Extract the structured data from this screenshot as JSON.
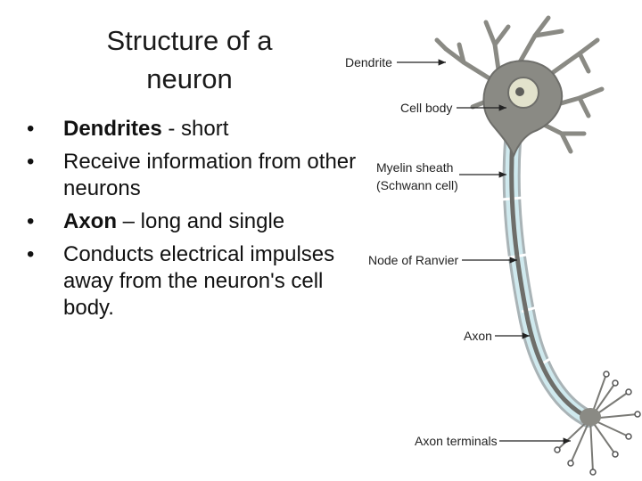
{
  "slide": {
    "title": "Structure of a neuron",
    "bullets": [
      {
        "bold": "Dendrites",
        "rest": " - short"
      },
      {
        "bold": "",
        "rest": "Receive information from other neurons"
      },
      {
        "bold": "Axon",
        "rest": " – long and single"
      },
      {
        "bold": "",
        "rest": "Conducts electrical impulses away from the neuron's cell body."
      }
    ]
  },
  "diagram": {
    "labels": {
      "dendrite": "Dendrite",
      "cell_body": "Cell body",
      "myelin_line1": "Myelin sheath",
      "myelin_line2": "(Schwann cell)",
      "node": "Node of Ranvier",
      "axon": "Axon",
      "terminals": "Axon terminals"
    },
    "colors": {
      "neuron": "#8a8a84",
      "neuron_dark": "#5e5e5a",
      "nucleus": "#e2e2cc",
      "myelin": "#cfe9ee",
      "myelin_edge": "#a9b3b6"
    }
  }
}
